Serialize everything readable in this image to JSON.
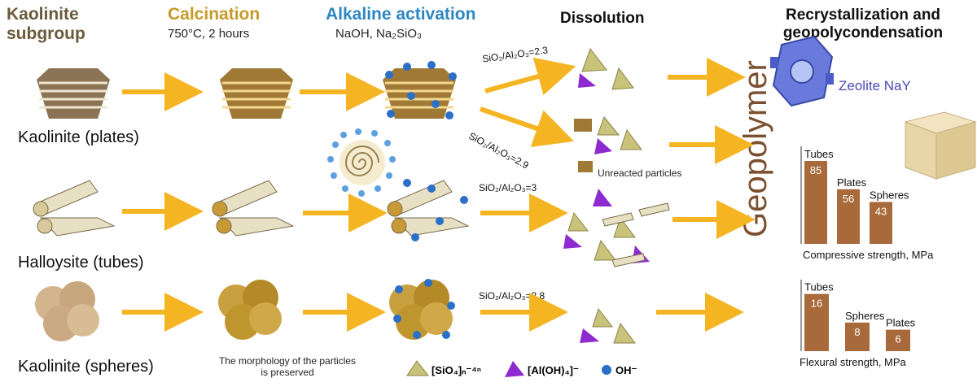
{
  "headers": {
    "col1_line1": "Kaolinite",
    "col1_line2": "subgroup",
    "col2": "Calcination",
    "col2_sub": "750°C, 2 hours",
    "col3": "Alkaline activation",
    "col3_sub": "NaOH, Na₂SiO₃",
    "col4": "Dissolution",
    "col5_line1": "Recrystallization and",
    "col5_line2": "geopolycondensation"
  },
  "rows": {
    "plates": "Kaolinite (plates)",
    "tubes": "Halloysite (tubes)",
    "spheres": "Kaolinite (spheres)"
  },
  "ratios": {
    "r1": "SiO₂/Al₂O₃=2.3",
    "r2": "SiO₂/Al₂O₃=2.9",
    "r3": "SiO₂/Al₂O₃=3",
    "r4": "SiO₂/Al₂O₃=2.8"
  },
  "notes": {
    "unreacted": "Unreacted particles",
    "morph1": "The morphology  of the particles",
    "morph2": "is preserved",
    "zeolite": "Zeolite NaY",
    "geopolymer": "Geopolymer"
  },
  "legend": {
    "sio4": "[SiO₄]ₙ⁻⁴ⁿ",
    "aloh": "[Al(OH)₄]⁻",
    "oh": "OH⁻"
  },
  "colors": {
    "arrow": "#f5b522",
    "bar": "#a86a3a",
    "tetra_si": "#c9c27a",
    "tetra_al": "#8e2bd0",
    "oh": "#2a6fc9"
  },
  "chart_data": [
    {
      "type": "bar",
      "title": "Compressive strength, MPa",
      "categories": [
        "Tubes",
        "Plates",
        "Spheres"
      ],
      "values": [
        85,
        56,
        43
      ],
      "ylim": [
        0,
        100
      ]
    },
    {
      "type": "bar",
      "title": "Flexural strength, MPa",
      "categories": [
        "Tubes",
        "Spheres",
        "Plates"
      ],
      "values": [
        16,
        8,
        6
      ],
      "ylim": [
        0,
        20
      ]
    }
  ]
}
